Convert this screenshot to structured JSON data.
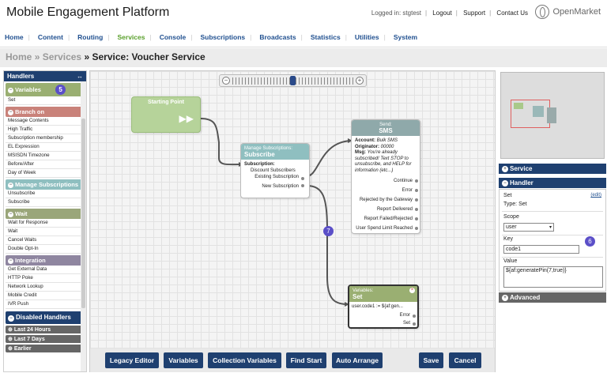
{
  "header": {
    "title": "Mobile Engagement Platform",
    "logged_in": "Logged in: stgtest",
    "links": [
      "Logout",
      "Support",
      "Contact Us"
    ],
    "logo_text": "OpenMarket"
  },
  "nav": [
    "Home",
    "Content",
    "Routing",
    "Services",
    "Console",
    "Subscriptions",
    "Broadcasts",
    "Statistics",
    "Utilities",
    "System"
  ],
  "nav_active": "Services",
  "breadcrumb": {
    "home": "Home",
    "sep": "»",
    "services": "Services",
    "current": "Service: Voucher Service"
  },
  "handlers": {
    "title": "Handlers",
    "collapse": "↔",
    "groups": [
      {
        "name": "Variables",
        "items": [
          "Set"
        ]
      },
      {
        "name": "Branch on",
        "items": [
          "Message Contents",
          "High Traffic",
          "Subscription membership",
          "EL Expression",
          "MSISDN Timezone",
          "Before/After",
          "Day of Week"
        ]
      },
      {
        "name": "Manage Subscriptions",
        "items": [
          "Unsubscribe",
          "Subscribe"
        ]
      },
      {
        "name": "Wait",
        "items": [
          "Wait for Response",
          "Wait",
          "Cancel Waits",
          "Double Opt-In"
        ]
      },
      {
        "name": "Integration",
        "items": [
          "Get External Data",
          "HTTP Poke",
          "Network Lookup",
          "Mobile Credit",
          "IVR Push"
        ]
      }
    ],
    "disabled_title": "Disabled Handlers",
    "disabled_items": [
      "Last 24 Hours",
      "Last 7 Days",
      "Earlier"
    ]
  },
  "badges": {
    "b5": "5",
    "b6": "6",
    "b7": "7"
  },
  "canvas": {
    "start": {
      "title": "Starting Point"
    },
    "subscribe": {
      "type": "Manage Subscriptions:",
      "name": "Subscribe",
      "sub_label": "Subscription:",
      "sub_value": "Discount Subscribers",
      "out_existing": "Existing Subscription",
      "out_new": "New Subscription"
    },
    "sms": {
      "type": "Send:",
      "name": "SMS",
      "account_label": "Account:",
      "account_value": "Bulk SMS",
      "originator_label": "Originator:",
      "originator_value": "00000",
      "msg_label": "Msg:",
      "msg_value": "You're already subscribed! Text STOP to unsubscribe, and HELP for information (etc...)",
      "outputs": [
        "Continue",
        "Error",
        "Rejected by the Gateway",
        "Report Delivered",
        "Report Failed/Rejected",
        "User Spend Limit Reached"
      ]
    },
    "set": {
      "type": "Variables:",
      "name": "Set",
      "expr": "user.code1 := ${af:gen...",
      "outputs": [
        "Error",
        "Set"
      ]
    }
  },
  "toolbar": {
    "legacy": "Legacy Editor",
    "variables": "Variables",
    "collection": "Collection Variables",
    "find_start": "Find Start",
    "auto_arrange": "Auto Arrange",
    "save": "Save",
    "cancel": "Cancel"
  },
  "right": {
    "service_header": "Service",
    "handler_header": "Handler",
    "handler_name": "Set",
    "edit_link": "(edit)",
    "type_line": "Type: Set",
    "scope_label": "Scope",
    "scope_value": "user",
    "key_label": "Key",
    "key_value": "code1",
    "value_label": "Value",
    "value_value": "${af:generatePin(7,true)}",
    "advanced_header": "Advanced"
  },
  "colors": {
    "nav_blue": "#1f4f8f",
    "nav_active": "#5aa02c",
    "dark_blue": "#1f4070",
    "badge": "#5b4fc8"
  }
}
